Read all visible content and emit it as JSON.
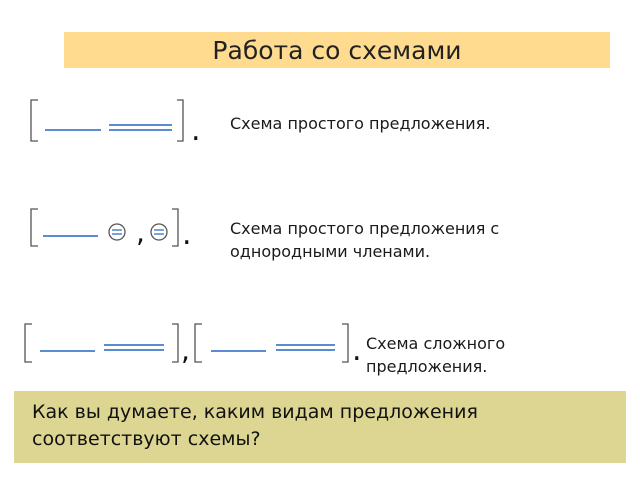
{
  "title": "Работа со схемами",
  "schemes": [
    {
      "description": "Схема простого предложения."
    },
    {
      "description": "Схема простого предложения с однородными членами."
    },
    {
      "description": "Схема сложного предложения."
    }
  ],
  "punctuation": {
    "period": ".",
    "comma": ","
  },
  "question": "Как вы думаете, каким видам предложения соответствуют схемы?",
  "colors": {
    "title_bg": "#ffdb8f",
    "question_bg": "#ddd592",
    "line_blue": "#5b8bd0",
    "bracket": "#555555"
  }
}
